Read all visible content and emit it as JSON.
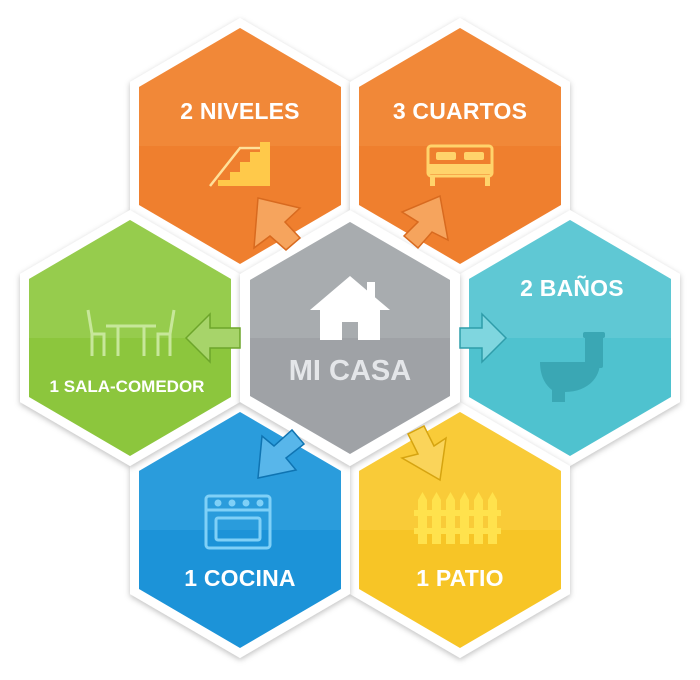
{
  "center": {
    "title": "MI CASA",
    "icon": "house-icon",
    "color": "#9fa2a6"
  },
  "cells": [
    {
      "key": "niveles",
      "label": "2 NIVELES",
      "icon": "stairs-icon",
      "color": "#ef7f2d"
    },
    {
      "key": "cuartos",
      "label": "3 CUARTOS",
      "icon": "bed-icon",
      "color": "#ef7f2d"
    },
    {
      "key": "banos",
      "label": "2 BAÑOS",
      "icon": "toilet-icon",
      "color": "#4fc2cf"
    },
    {
      "key": "patio",
      "label": "1 PATIO",
      "icon": "fence-icon",
      "color": "#f7c526"
    },
    {
      "key": "cocina",
      "label": "1 COCINA",
      "icon": "stove-icon",
      "color": "#1b93d8"
    },
    {
      "key": "sala",
      "label": "1 SALA-COMEDOR",
      "icon": "dining-table-icon",
      "color": "#8cc63e"
    }
  ]
}
